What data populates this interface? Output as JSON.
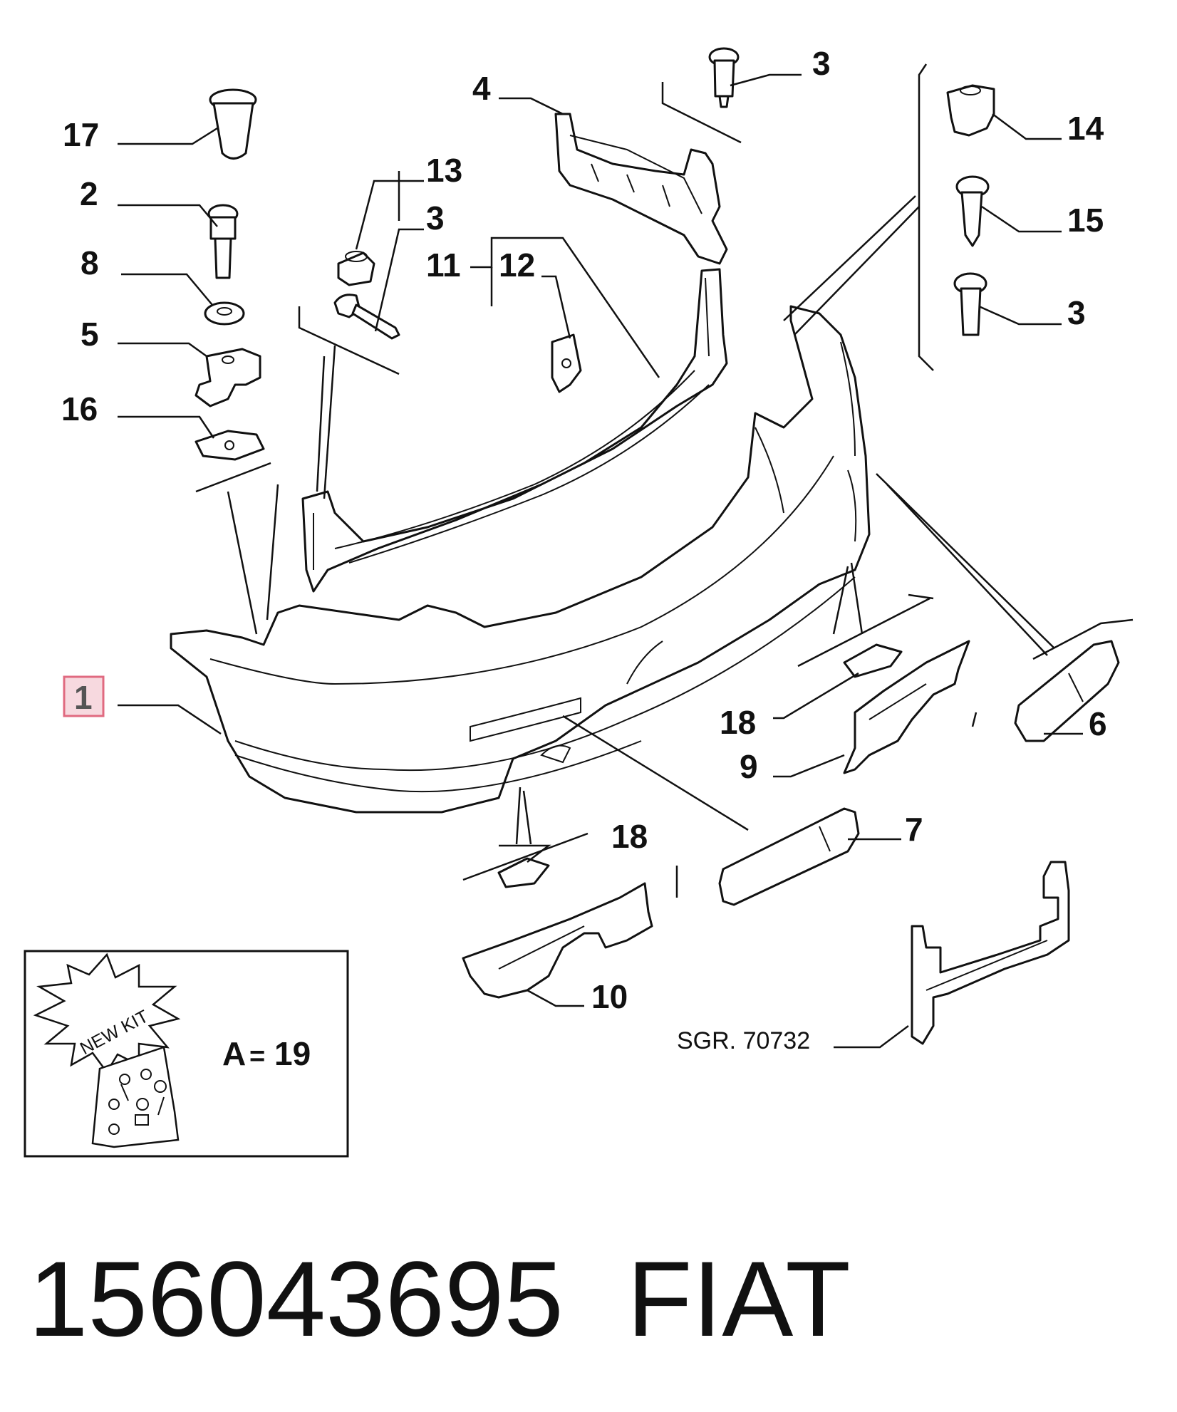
{
  "callouts": {
    "c17": "17",
    "c2": "2",
    "c8": "8",
    "c5": "5",
    "c16": "16",
    "c1": "1",
    "c13": "13",
    "c3a": "3",
    "c11": "11",
    "c12": "12",
    "c4": "4",
    "c3b": "3",
    "c14": "14",
    "c15": "15",
    "c3c": "3",
    "c18a": "18",
    "c9": "9",
    "c6": "6",
    "c18b": "18",
    "c7": "7",
    "c10": "10"
  },
  "reference": "SGR. 70732",
  "kit": {
    "badge": "NEW KIT",
    "label": "A",
    "equals": "=",
    "number": "19"
  },
  "footer": {
    "part_number": "156043695",
    "brand": "FIAT"
  },
  "colors": {
    "highlight_fill": "#f7d9df",
    "highlight_stroke": "#e06a80",
    "line": "#111111"
  }
}
